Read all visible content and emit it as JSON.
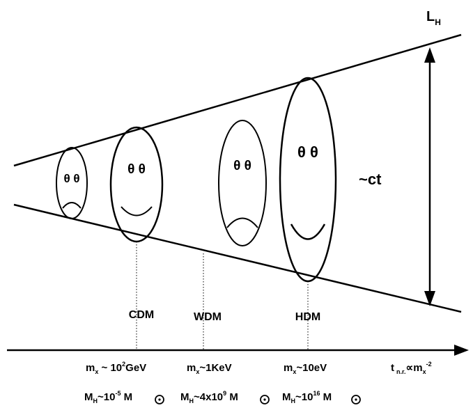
{
  "labels": {
    "horizon": "L",
    "horizon_sub": "H",
    "ct": "~ct",
    "cdm": "CDM",
    "wdm": "WDM",
    "hdm": "HDM",
    "time_axis": "t",
    "time_axis_sub": "n.r.",
    "time_prop": "∝m",
    "time_prop_sub": "x",
    "time_prop_exp": "-2"
  },
  "masses": {
    "cdm": {
      "mx_pre": "m",
      "mx_sub": "x",
      "mx_val": " ~ 10",
      "mx_exp": "2",
      "mx_unit": "GeV",
      "mh_pre": "M",
      "mh_sub": "H",
      "mh_val": "~10",
      "mh_exp": "-5",
      "mh_unit": " M"
    },
    "wdm": {
      "mx_pre": "m",
      "mx_sub": "x",
      "mx_val": "~1KeV",
      "mh_pre": "M",
      "mh_sub": "H",
      "mh_val": "~4x10",
      "mh_exp": "9",
      "mh_unit": " M"
    },
    "hdm": {
      "mx_pre": "m",
      "mx_sub": "x",
      "mx_val": "~10eV",
      "mh_pre": "M",
      "mh_sub": "H",
      "mh_val": "~10",
      "mh_exp": "16",
      "mh_unit": " M"
    }
  },
  "faces": [
    {
      "id": "face-small-sad",
      "eyes": "θ θ",
      "mood": "sad"
    },
    {
      "id": "face-cdm-happy",
      "eyes": "θ θ",
      "mood": "happy"
    },
    {
      "id": "face-wdm-sad",
      "eyes": "θ θ",
      "mood": "sad"
    },
    {
      "id": "face-hdm-happy",
      "eyes": "θ θ",
      "mood": "happy"
    }
  ]
}
